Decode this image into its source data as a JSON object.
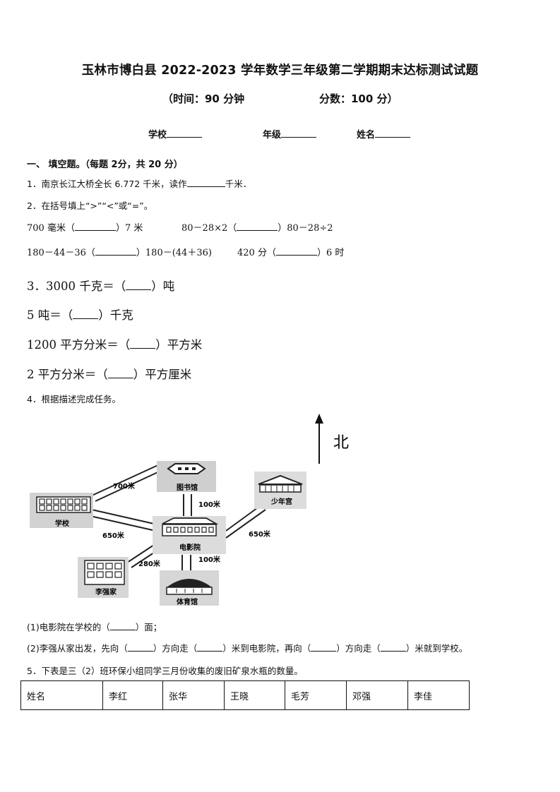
{
  "header": {
    "title": "玉林市博白县 2022-2023 学年数学三年级第二学期期末达标测试试题",
    "time": "（时间：90 分钟",
    "score": "分数：100 分）",
    "school_label": "学校",
    "grade_label": "年级",
    "name_label": "姓名"
  },
  "section1": {
    "heading": "一、 填空题。（每题 2分，共 20 分）"
  },
  "q1": {
    "text_a": "1．南京长江大桥全长 6.772 千米，读作",
    "text_b": "千米．"
  },
  "q2": {
    "prompt": "2．在括号填上“>”“<”或“=”。",
    "items": [
      {
        "left": "700 毫米（",
        "right": "）7 米"
      },
      {
        "left": "80－28×2（",
        "right": "）80－28÷2"
      },
      {
        "left": "180－44－36（",
        "right": "）180－(44＋36)"
      },
      {
        "left": "420 分（",
        "right": "）6 时"
      }
    ]
  },
  "q3": {
    "lines": [
      {
        "left": "3．3000  千克＝（",
        "right": "）吨"
      },
      {
        "left": "5  吨＝（",
        "right": "）千克"
      },
      {
        "left": "1200  平方分米＝（",
        "right": "）平方米"
      },
      {
        "left": "2  平方分米＝（",
        "right": "）平方厘米"
      }
    ]
  },
  "q4": {
    "prompt": "4．根据描述完成任务。",
    "map": {
      "north": "北",
      "places": {
        "library": "图书馆",
        "youth_palace": "少年宫",
        "school": "学校",
        "cinema": "电影院",
        "home": "李强家",
        "gym": "体育馆"
      },
      "distances": {
        "school_library": "700米",
        "library_cinema": "100米",
        "school_cinema": "650米",
        "cinema_youth": "650米",
        "home_cinema": "280米",
        "cinema_gym": "100米"
      }
    },
    "sub1_a": "(1)电影院在学校的（",
    "sub1_b": "）面；",
    "sub2": [
      "(2)李强从家出发，先向（",
      "）方向走（",
      "）米到电影院，再向（",
      "）方向走（",
      "）米就到学校。"
    ]
  },
  "q5": {
    "prompt": "5．下表是三（2）班环保小组同学三月份收集的废旧矿泉水瓶的数量。",
    "table_header": [
      "姓名",
      "李红",
      "张华",
      "王晓",
      "毛芳",
      "邓强",
      "李佳"
    ]
  }
}
